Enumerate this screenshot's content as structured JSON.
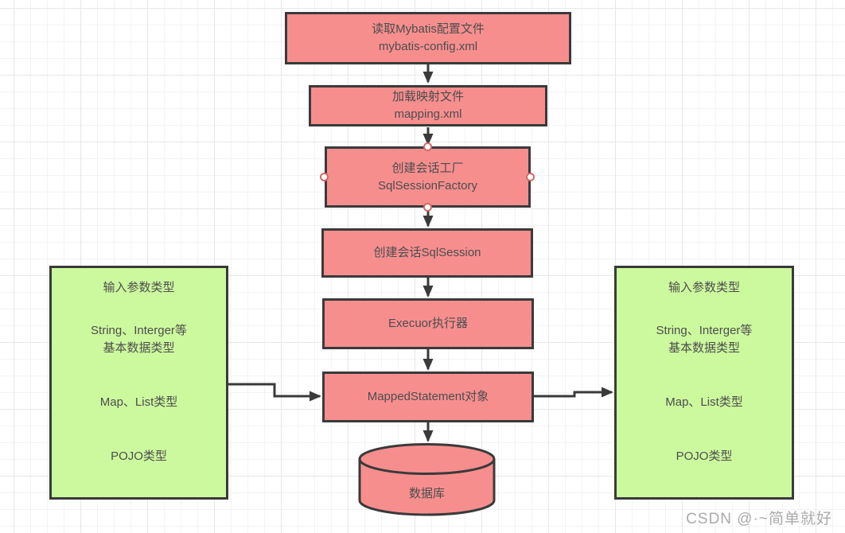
{
  "nodes": {
    "read_config": {
      "line1": "读取Mybatis配置文件",
      "line2": "mybatis-config.xml"
    },
    "load_mapping": {
      "line1": "加载映射文件",
      "line2": "mapping.xml"
    },
    "session_factory": {
      "line1": "创建会话工厂",
      "line2": "SqlSessionFactory"
    },
    "sql_session": {
      "line1": "创建会话SqlSession"
    },
    "executor": {
      "line1": "Execuor执行器"
    },
    "mapped_statement": {
      "line1": "MappedStatement对象"
    },
    "database": {
      "label": "数据库"
    },
    "input_params_left": {
      "title": "输入参数类型",
      "line1": "String、Interger等",
      "line2": "基本数据类型",
      "line3": "Map、List类型",
      "line4": "POJO类型"
    },
    "input_params_right": {
      "title": "输入参数类型",
      "line1": "String、Interger等",
      "line2": "基本数据类型",
      "line3": "Map、List类型",
      "line4": "POJO类型"
    }
  },
  "colors": {
    "process_fill": "#f78e8e",
    "param_fill": "#ccf99e",
    "border": "#3a3a3a",
    "arrow": "#3a3a3a",
    "text": "#4d4d4d",
    "handle_ring": "#cf6a66",
    "watermark": "#aaaaaa"
  },
  "watermark": "CSDN @·~简单就好"
}
